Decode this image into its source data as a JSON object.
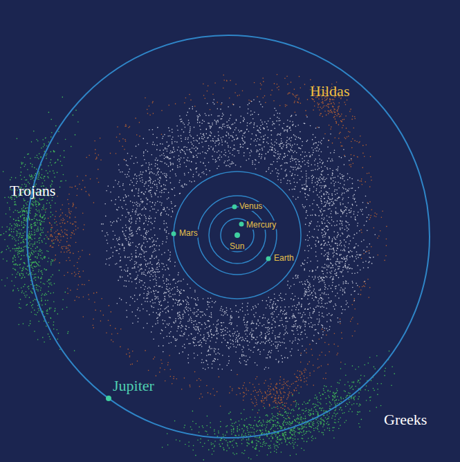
{
  "diagram": {
    "labels": [
      "Hildas",
      "Trojans",
      "Venus",
      "Mercury",
      "Mars",
      "Sun",
      "Earth",
      "Jupiter",
      "Greeks"
    ]
  }
}
